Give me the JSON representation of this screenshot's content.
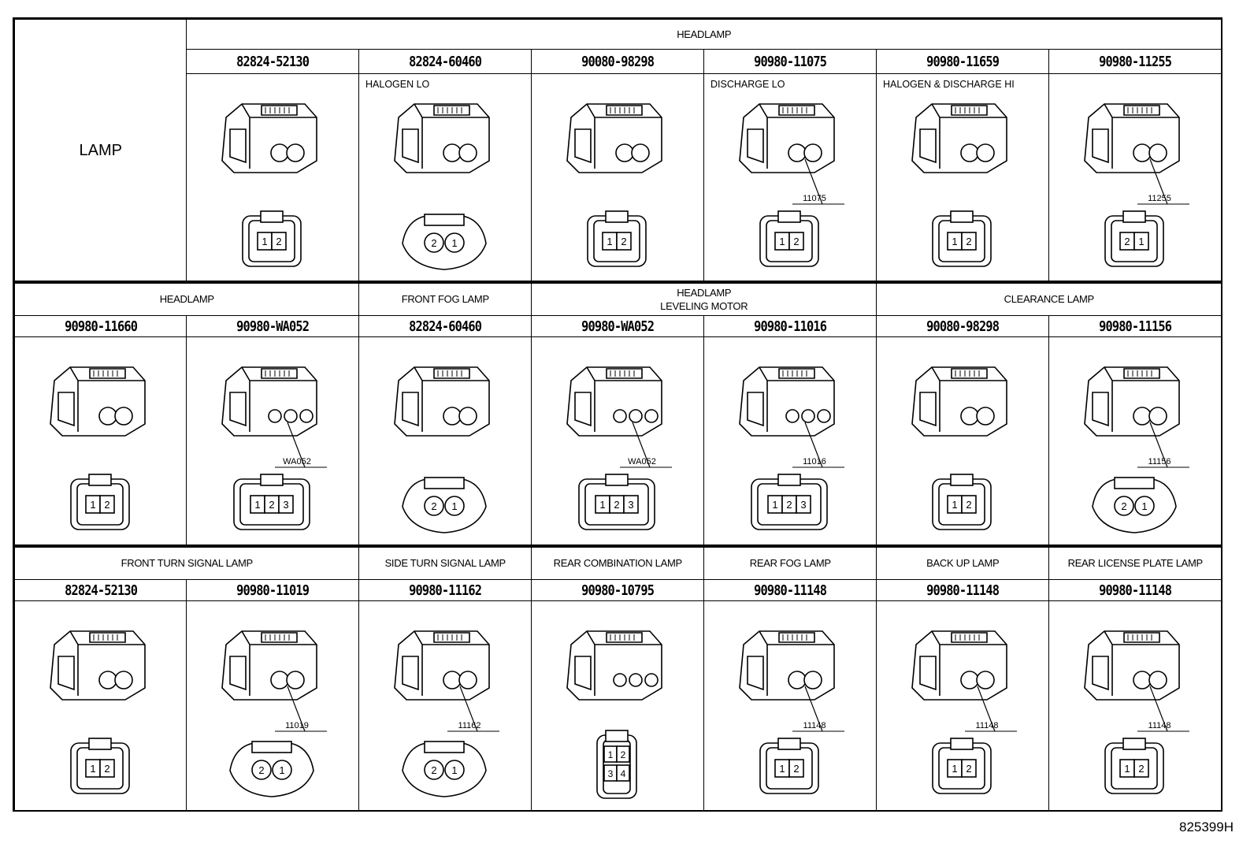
{
  "corner_label": "LAMP",
  "bands": [
    {
      "groups": [
        {
          "label": "HEADLAMP",
          "span": [
            1,
            6
          ]
        }
      ],
      "cells": [
        {
          "col": 1,
          "part": "82824-52130",
          "pins": [
            "1",
            "2"
          ]
        },
        {
          "col": 2,
          "part": "82824-60460",
          "sub": "HALOGEN LO",
          "pins": [
            "2",
            "1"
          ],
          "round": true
        },
        {
          "col": 3,
          "part": "90080-98298",
          "pins": [
            "1",
            "2"
          ]
        },
        {
          "col": 4,
          "part": "90980-11075",
          "sub": "DISCHARGE LO",
          "callout": "11075",
          "pins": [
            "1",
            "2"
          ]
        },
        {
          "col": 5,
          "part": "90980-11659",
          "sub": "HALOGEN & DISCHARGE HI",
          "pins": [
            "1",
            "2"
          ]
        },
        {
          "col": 6,
          "part": "90980-11255",
          "callout": "11255",
          "pins": [
            "2",
            "1"
          ]
        }
      ]
    },
    {
      "groups": [
        {
          "label": "HEADLAMP",
          "span": [
            0,
            1
          ]
        },
        {
          "label": "FRONT FOG LAMP",
          "span": [
            2,
            2
          ]
        },
        {
          "label": "HEADLAMP\nLEVELING MOTOR",
          "span": [
            3,
            4
          ]
        },
        {
          "label": "CLEARANCE LAMP",
          "span": [
            5,
            6
          ]
        }
      ],
      "cells": [
        {
          "col": 0,
          "part": "90980-11660",
          "pins": [
            "1",
            "2"
          ]
        },
        {
          "col": 1,
          "part": "90980-WA052",
          "callout": "WA052",
          "pins": [
            "1",
            "2",
            "3"
          ]
        },
        {
          "col": 2,
          "part": "82824-60460",
          "pins": [
            "2",
            "1"
          ],
          "round": true
        },
        {
          "col": 3,
          "part": "90980-WA052",
          "callout": "WA052",
          "pins": [
            "1",
            "2",
            "3"
          ]
        },
        {
          "col": 4,
          "part": "90980-11016",
          "callout": "11016",
          "pins": [
            "1",
            "2",
            "3"
          ]
        },
        {
          "col": 5,
          "part": "90080-98298",
          "pins": [
            "1",
            "2"
          ]
        },
        {
          "col": 6,
          "part": "90980-11156",
          "callout": "11156",
          "pins": [
            "2",
            "1"
          ],
          "round": true
        }
      ]
    },
    {
      "groups": [
        {
          "label": "FRONT TURN SIGNAL LAMP",
          "span": [
            0,
            1
          ]
        },
        {
          "label": "SIDE TURN SIGNAL LAMP",
          "span": [
            2,
            2
          ]
        },
        {
          "label": "REAR COMBINATION LAMP",
          "span": [
            3,
            3
          ]
        },
        {
          "label": "REAR FOG LAMP",
          "span": [
            4,
            4
          ]
        },
        {
          "label": "BACK UP LAMP",
          "span": [
            5,
            5
          ]
        },
        {
          "label": "REAR LICENSE PLATE LAMP",
          "span": [
            6,
            6
          ]
        }
      ],
      "cells": [
        {
          "col": 0,
          "part": "82824-52130",
          "pins": [
            "1",
            "2"
          ]
        },
        {
          "col": 1,
          "part": "90980-11019",
          "callout": "11019",
          "pins": [
            "2",
            "1"
          ],
          "round": true
        },
        {
          "col": 2,
          "part": "90980-11162",
          "callout": "11162",
          "pins": [
            "2",
            "1"
          ],
          "round": true
        },
        {
          "col": 3,
          "part": "90980-10795",
          "pins": [
            "1",
            "2",
            "3",
            "4"
          ]
        },
        {
          "col": 4,
          "part": "90980-11148",
          "callout": "11148",
          "pins": [
            "1",
            "2"
          ]
        },
        {
          "col": 5,
          "part": "90980-11148",
          "callout": "11148",
          "pins": [
            "1",
            "2"
          ]
        },
        {
          "col": 6,
          "part": "90980-11148",
          "callout": "11148",
          "pins": [
            "1",
            "2"
          ]
        }
      ]
    }
  ],
  "footer_code": "825399H"
}
